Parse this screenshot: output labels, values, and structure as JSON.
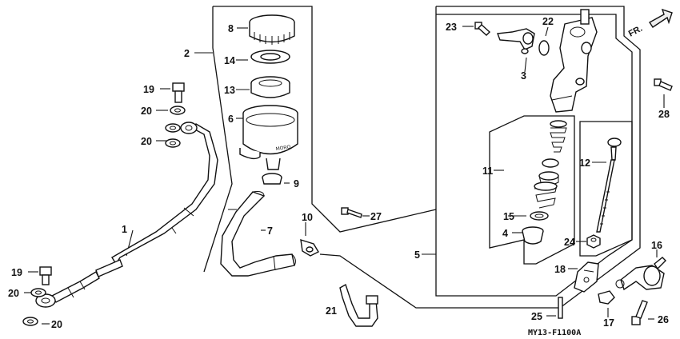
{
  "diagram": {
    "code": "MY13-F1100A",
    "direction_label": "FR.",
    "callouts": [
      "1",
      "2",
      "3",
      "4",
      "5",
      "6",
      "7",
      "8",
      "9",
      "10",
      "11",
      "12",
      "13",
      "14",
      "15",
      "16",
      "17",
      "18",
      "19",
      "19",
      "20",
      "20",
      "20",
      "20",
      "21",
      "22",
      "23",
      "24",
      "25",
      "26",
      "27",
      "28"
    ]
  }
}
